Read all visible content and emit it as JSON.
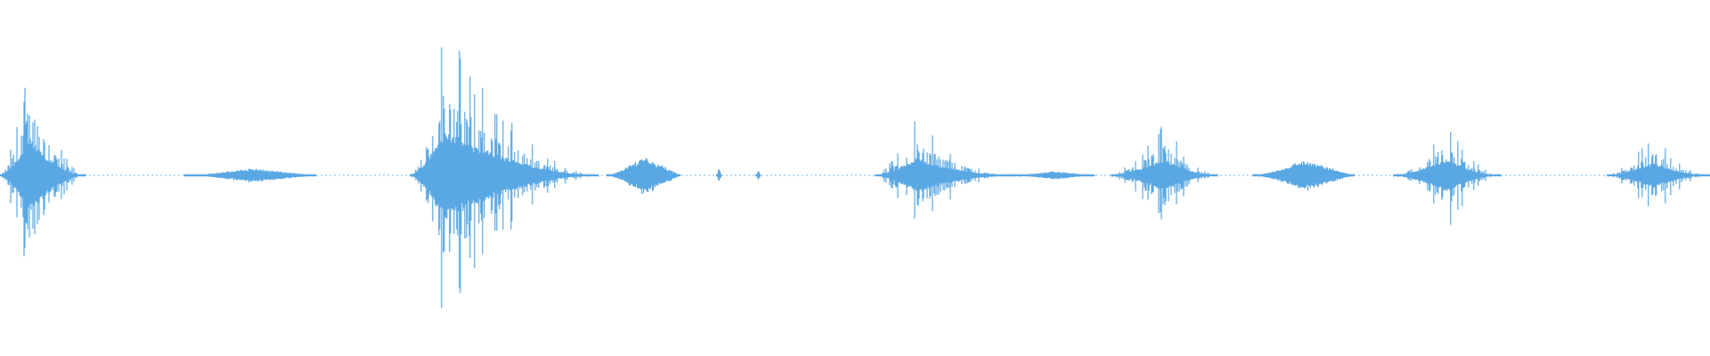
{
  "waveform": {
    "color": "#5aa8e3",
    "background": "#ffffff",
    "duration_fraction_end": 1.0,
    "baseline_amplitude": 0.008,
    "segments": [
      {
        "name": "burst-1",
        "start": 0.0,
        "end": 0.05,
        "peak": 0.82,
        "attack": 0.35,
        "tail": 0.65,
        "texture": "spiky"
      },
      {
        "name": "hum-1",
        "start": 0.108,
        "end": 0.185,
        "peak": 0.05,
        "attack": 0.5,
        "tail": 0.5,
        "texture": "smooth"
      },
      {
        "name": "burst-2",
        "start": 0.24,
        "end": 0.35,
        "peak": 0.99,
        "attack": 0.18,
        "tail": 0.82,
        "texture": "spiky"
      },
      {
        "name": "hum-2",
        "start": 0.355,
        "end": 0.398,
        "peak": 0.14,
        "attack": 0.5,
        "tail": 0.5,
        "texture": "smooth"
      },
      {
        "name": "click-1",
        "start": 0.419,
        "end": 0.422,
        "peak": 0.06,
        "attack": 0.5,
        "tail": 0.5,
        "texture": "smooth"
      },
      {
        "name": "click-2",
        "start": 0.442,
        "end": 0.445,
        "peak": 0.04,
        "attack": 0.5,
        "tail": 0.5,
        "texture": "smooth"
      },
      {
        "name": "burst-3",
        "start": 0.512,
        "end": 0.592,
        "peak": 0.38,
        "attack": 0.3,
        "tail": 0.7,
        "texture": "spiky"
      },
      {
        "name": "hum-3",
        "start": 0.592,
        "end": 0.64,
        "peak": 0.03,
        "attack": 0.5,
        "tail": 0.5,
        "texture": "smooth"
      },
      {
        "name": "burst-4",
        "start": 0.65,
        "end": 0.712,
        "peak": 0.36,
        "attack": 0.5,
        "tail": 0.5,
        "texture": "spiky"
      },
      {
        "name": "hum-4",
        "start": 0.733,
        "end": 0.792,
        "peak": 0.11,
        "attack": 0.5,
        "tail": 0.5,
        "texture": "smooth"
      },
      {
        "name": "burst-5",
        "start": 0.815,
        "end": 0.878,
        "peak": 0.36,
        "attack": 0.5,
        "tail": 0.5,
        "texture": "spiky"
      },
      {
        "name": "burst-6",
        "start": 0.94,
        "end": 1.0,
        "peak": 0.28,
        "attack": 0.45,
        "tail": 0.55,
        "texture": "spiky"
      }
    ]
  }
}
